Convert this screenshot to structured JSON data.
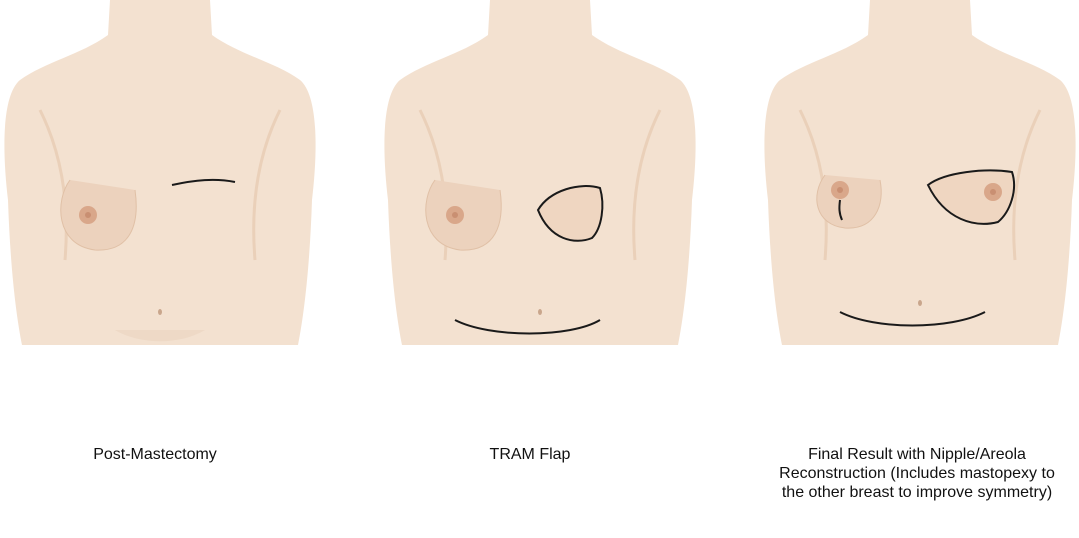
{
  "panels": [
    {
      "caption": "Post-Mastectomy",
      "illustration": "torso-post-mastectomy"
    },
    {
      "caption": "TRAM Flap",
      "illustration": "torso-tram-flap"
    },
    {
      "caption": "Final Result with Nipple/Areola Reconstruction (Includes mastopexy to the other breast to improve symmetry)",
      "illustration": "torso-final-result"
    }
  ],
  "colors": {
    "skin": "#f1dcc8",
    "skin_shadow": "#e4c5aa",
    "areola": "#d9a78a",
    "incision_line": "#1a1a1a"
  }
}
